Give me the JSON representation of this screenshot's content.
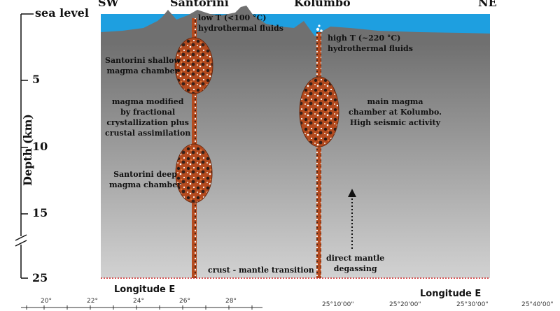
{
  "header": {
    "left_dir": "SW",
    "santorini": "Santorini",
    "kolumbo": "Kolumbo",
    "right_dir": "NE"
  },
  "y_axis": {
    "label": "Depth (km)",
    "ticks": [
      "sea level",
      "5",
      "10",
      "15",
      "25"
    ]
  },
  "annotations": {
    "low_t": [
      "low T (<100 °C)",
      "hydrothermal fluids"
    ],
    "high_t": [
      "high T (~220 °C)",
      "hydrothermal fluids"
    ],
    "shallow_chamber": [
      "Santorini shallow",
      "magma chamber"
    ],
    "modified": [
      "magma modified",
      "by fractional",
      "crystallization plus",
      "crustal assimilation"
    ],
    "deep_chamber": [
      "Santorini deep",
      "magma chamber"
    ],
    "kolumbo_chamber": [
      "main magma",
      "chamber at Kolumbo.",
      "High seismic activity"
    ],
    "mantle_degassing": [
      "direct mantle",
      "degassing"
    ],
    "crust_mantle": "crust - mantle transition"
  },
  "longitude": {
    "left_label": "Longitude E",
    "left_ticks": [
      "20°",
      "22°",
      "24°",
      "26°",
      "28°"
    ],
    "right_label": "Longitude E",
    "right_ticks": [
      "25°10'00\"",
      "25°20'00\"",
      "25°30'00\"",
      "25°40'00\""
    ]
  },
  "colors": {
    "sea": "#1e9fe0",
    "crust_top": "#6e6e6e",
    "crust_bottom": "#cfcfcf",
    "magma": "#b84a1c",
    "mantle_line": "#cc2222"
  }
}
